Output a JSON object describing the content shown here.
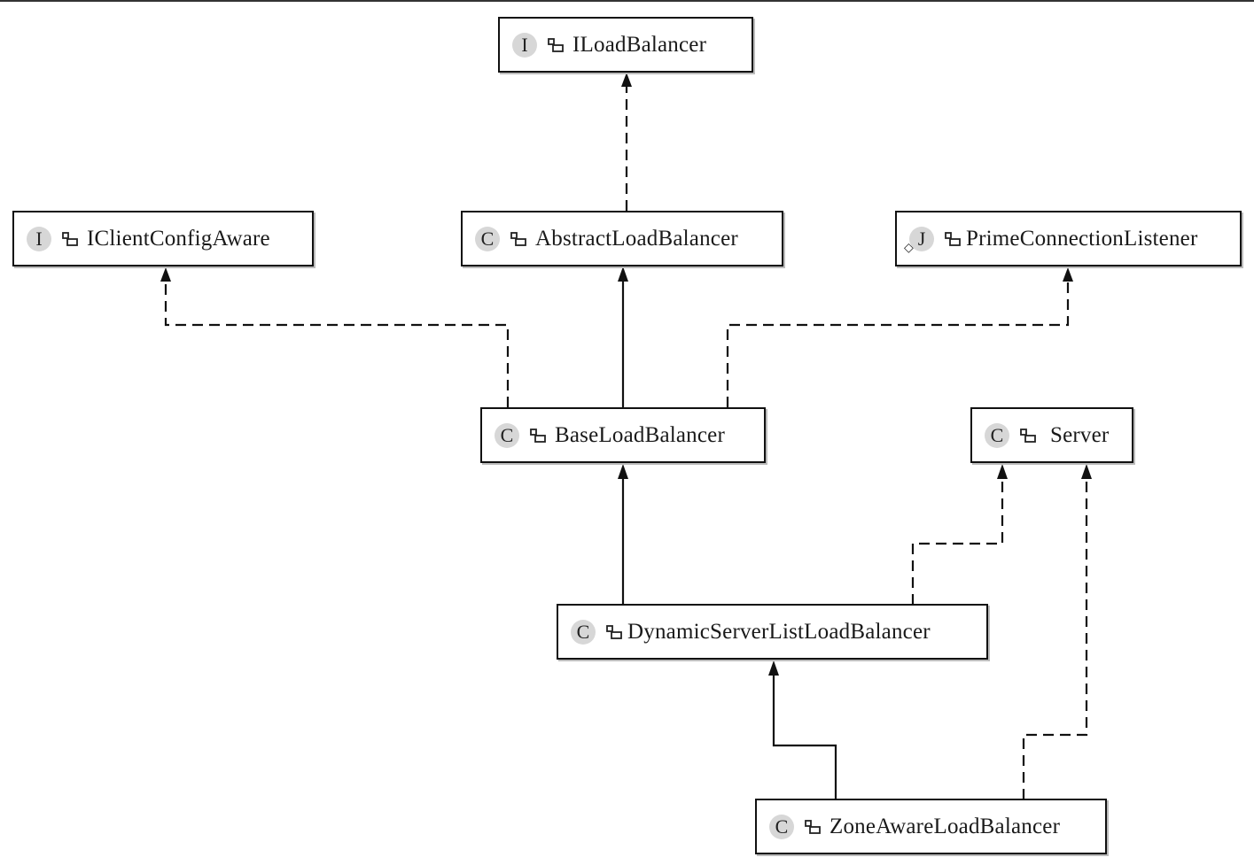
{
  "nodes": {
    "iloadbalancer": {
      "kind": "I",
      "label": "ILoadBalancer"
    },
    "iclientconfigaware": {
      "kind": "I",
      "label": "IClientConfigAware"
    },
    "abstractloadbalancer": {
      "kind": "C",
      "label": "AbstractLoadBalancer"
    },
    "primeconnectionlistener": {
      "kind": "J",
      "label": "PrimeConnectionListener"
    },
    "baseloadbalancer": {
      "kind": "C",
      "label": "BaseLoadBalancer"
    },
    "server": {
      "kind": "C",
      "label": "Server"
    },
    "dynamicserverlistloadbalancer": {
      "kind": "C",
      "label": "DynamicServerListLoadBalancer"
    },
    "zoneawareloadbalancer": {
      "kind": "C",
      "label": "ZoneAwareLoadBalancer"
    }
  },
  "edges": [
    {
      "from": "abstractloadbalancer",
      "to": "iloadbalancer",
      "style": "dashed"
    },
    {
      "from": "baseloadbalancer",
      "to": "abstractloadbalancer",
      "style": "solid"
    },
    {
      "from": "baseloadbalancer",
      "to": "iclientconfigaware",
      "style": "dashed"
    },
    {
      "from": "baseloadbalancer",
      "to": "primeconnectionlistener",
      "style": "dashed"
    },
    {
      "from": "dynamicserverlistloadbalancer",
      "to": "baseloadbalancer",
      "style": "solid"
    },
    {
      "from": "dynamicserverlistloadbalancer",
      "to": "server",
      "style": "dashed"
    },
    {
      "from": "zoneawareloadbalancer",
      "to": "dynamicserverlistloadbalancer",
      "style": "solid"
    },
    {
      "from": "zoneawareloadbalancer",
      "to": "server",
      "style": "dashed"
    }
  ]
}
